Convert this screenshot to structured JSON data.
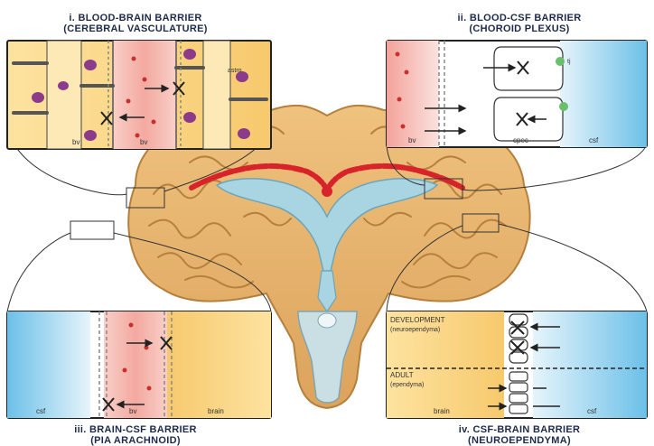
{
  "titles": {
    "i": {
      "line1": "i. BLOOD-BRAIN BARRIER",
      "line2": "(CEREBRAL VASCULATURE)"
    },
    "ii": {
      "line1": "ii. BLOOD-CSF BARRIER",
      "line2": "(CHOROID PLEXUS)"
    },
    "iii": {
      "line1": "iii. BRAIN-CSF BARRIER",
      "line2": "(PIA ARACHNOID)"
    },
    "iv": {
      "line1": "iv. CSF-BRAIN BARRIER",
      "line2": "(NEUROEPENDYMA)"
    }
  },
  "panel_i": {
    "bv_left": "bv",
    "bv_right": "bv",
    "astro": "astro"
  },
  "panel_ii": {
    "bv": "bv",
    "cpec": "cpec",
    "csf": "csf",
    "tj": "tj"
  },
  "panel_iii": {
    "csf": "csf",
    "bv": "bv",
    "brain": "brain"
  },
  "panel_iv": {
    "development": "DEVELOPMENT",
    "neuroependyma": "(neuroependyma)",
    "adult": "ADULT",
    "ependyma": "(ependyma)",
    "brain": "brain",
    "csf": "csf"
  },
  "colors": {
    "brain_tan": "#e7b870",
    "brain_dark": "#c8904a",
    "ventricle_blue": "#a9d4e2",
    "blood_red": "#d8232a",
    "csf_blue": "#9fd3ee",
    "panel_yellow": "#fbd98a",
    "vessel_pink": "#f4b6b0"
  }
}
